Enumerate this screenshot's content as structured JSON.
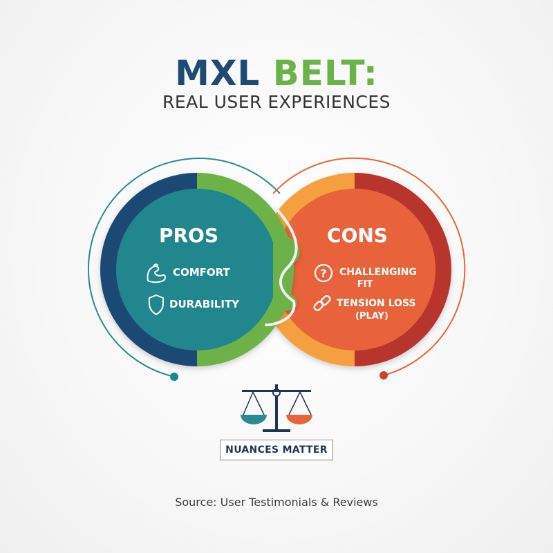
{
  "header": {
    "title_part1": "MXL",
    "title_part2": "BELT:",
    "subtitle": "REAL USER EXPERIENCES"
  },
  "pros": {
    "title": "PROS",
    "items": [
      {
        "icon": "flexed-arm-icon",
        "label": "COMFORT"
      },
      {
        "icon": "shield-icon",
        "label": "DURABILITY"
      }
    ]
  },
  "cons": {
    "title": "CONS",
    "items": [
      {
        "icon": "question-circle-icon",
        "label_line1": "CHALLENGING",
        "label_line2": "FIT"
      },
      {
        "icon": "chain-link-icon",
        "label_line1": "TENSION LOSS",
        "label_line2": "(PLAY)"
      }
    ]
  },
  "balance": {
    "icon": "balance-scale-icon"
  },
  "badge": {
    "label": "NUANCES MATTER"
  },
  "footer": {
    "source": "Source: User Testimonials & Reviews"
  },
  "colors": {
    "navy": "#1f4a73",
    "green": "#6cb24a",
    "teal": "#22868f",
    "orange": "#e8643a",
    "light_orange": "#f4a040",
    "red": "#b8362e"
  }
}
